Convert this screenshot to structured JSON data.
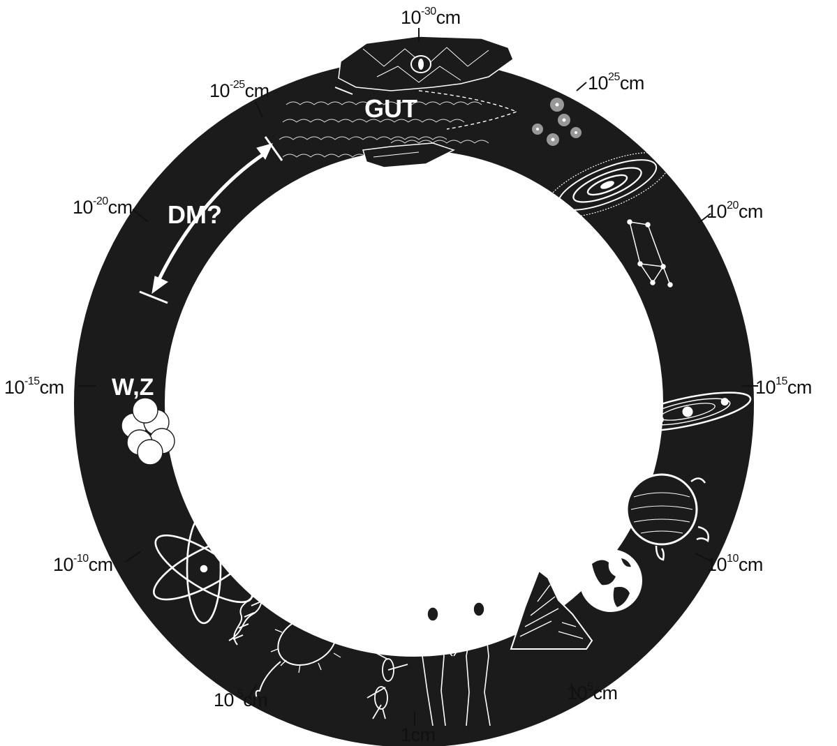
{
  "colors": {
    "ring": "#1b1b1b",
    "ink": "#ffffff",
    "label": "#111111",
    "background": "#ffffff"
  },
  "labels": {
    "m30": {
      "base": "10",
      "exp": "-30",
      "unit": "cm"
    },
    "m25": {
      "base": "10",
      "exp": "-25",
      "unit": "cm"
    },
    "m20": {
      "base": "10",
      "exp": "-20",
      "unit": "cm"
    },
    "m15": {
      "base": "10",
      "exp": "-15",
      "unit": "cm"
    },
    "m10": {
      "base": "10",
      "exp": "-10",
      "unit": "cm"
    },
    "m5": {
      "base": "10",
      "exp": "-5",
      "unit": "cm"
    },
    "p0": {
      "text": "1cm"
    },
    "p5": {
      "base": "10",
      "exp": "5",
      "unit": "cm"
    },
    "p10": {
      "base": "10",
      "exp": "10",
      "unit": "cm"
    },
    "p15": {
      "base": "10",
      "exp": "15",
      "unit": "cm"
    },
    "p20": {
      "base": "10",
      "exp": "20",
      "unit": "cm"
    },
    "p25": {
      "base": "10",
      "exp": "25",
      "unit": "cm"
    }
  },
  "inner_text": {
    "gut": "GUT",
    "dm": "DM?",
    "wz": "W,Z"
  },
  "icons": [
    "snake-head-icon",
    "galaxy-cluster-icon",
    "spiral-galaxy-icon",
    "constellation-icon",
    "solar-system-icon",
    "sun-icon",
    "earth-icon",
    "mountain-icon",
    "human-figures-icon",
    "ant-icon",
    "bacterium-icon",
    "dna-helix-icon",
    "atom-icon",
    "nucleus-icon",
    "dm-range-arrow-icon"
  ]
}
